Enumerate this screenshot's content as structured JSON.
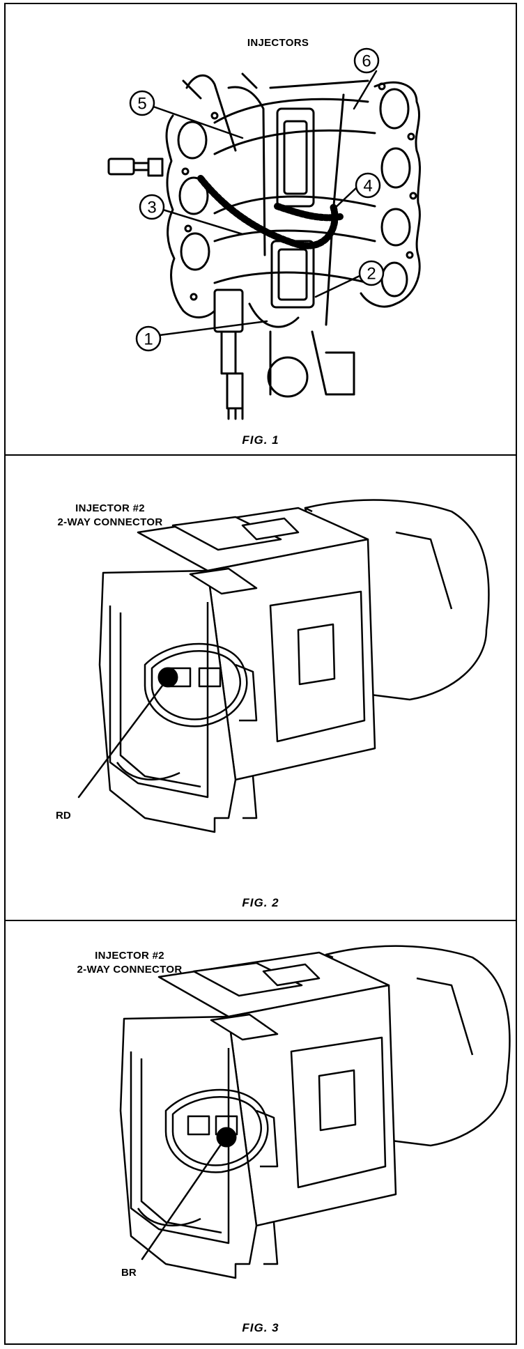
{
  "fig1": {
    "title": "INJECTORS",
    "caption": "FIG. 1",
    "callouts": [
      "1",
      "2",
      "3",
      "4",
      "5",
      "6"
    ]
  },
  "fig2": {
    "title_line1": "INJECTOR #2",
    "title_line2": "2-WAY CONNECTOR",
    "wire_label": "RD",
    "caption": "FIG. 2"
  },
  "fig3": {
    "title_line1": "INJECTOR #2",
    "title_line2": "2-WAY CONNECTOR",
    "wire_label": "BR",
    "caption": "FIG. 3"
  }
}
